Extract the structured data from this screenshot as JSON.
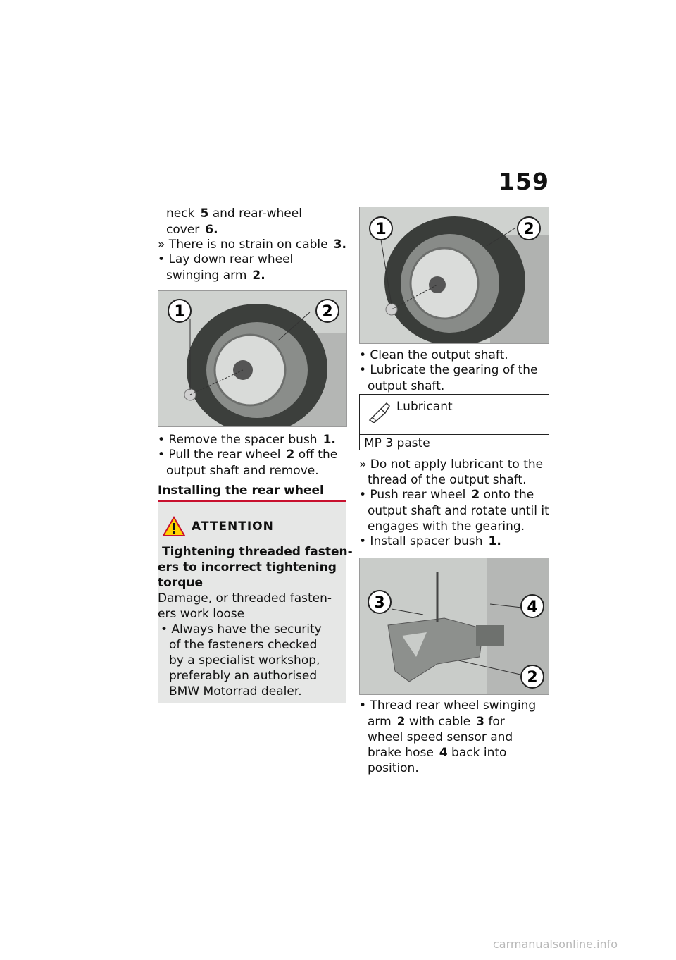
{
  "page_number": "159",
  "left": {
    "l1_text": "neck",
    "l1_ref": "5",
    "l1_tail": "and rear-wheel",
    "l2_text": "cover",
    "l2_ref": "6.",
    "l3_text": "» There is no strain on cable",
    "l3_ref": "3.",
    "l4_text": "• Lay down rear wheel",
    "l5_text": "swinging arm",
    "l5_ref": "2.",
    "fig_labels": [
      "1",
      "2"
    ],
    "l6_text": "• Remove the spacer bush",
    "l6_ref": "1.",
    "l7_text": "• Pull the rear wheel",
    "l7_ref": "2",
    "l7_tail": "off the",
    "l8_text": "output shaft and remove.",
    "heading": "Installing the rear wheel",
    "warning": {
      "title": "ATTENTION",
      "hazard_1": "Tightening threaded fasten-",
      "hazard_2": "ers to incorrect tightening",
      "hazard_3": "torque",
      "effect_1": "Damage, or threaded fasten-",
      "effect_2": "ers work loose",
      "action_1": "• Always have the security",
      "action_2": "of the fasteners checked",
      "action_3": "by a specialist workshop,",
      "action_4": "preferably an authorised",
      "action_5": "BMW Motorrad dealer."
    }
  },
  "right": {
    "fig1_labels": [
      "1",
      "2"
    ],
    "r1_text": "• Clean the output shaft.",
    "r2_text": "• Lubricate the gearing of the",
    "r3_text": "output shaft.",
    "lubricant_title": "Lubricant",
    "lubricant_value": "MP 3 paste",
    "r4_text": "» Do not apply lubricant to the",
    "r5_text": "thread of the output shaft.",
    "r6_text": "• Push rear wheel",
    "r6_ref": "2",
    "r6_tail": "onto the",
    "r7_text": "output shaft and rotate until it",
    "r8_text": "engages with the gearing.",
    "r9_text": "• Install spacer bush",
    "r9_ref": "1.",
    "fig2_labels": [
      "3",
      "4",
      "2"
    ],
    "r10_text": "• Thread rear wheel swinging",
    "r11_text": "arm",
    "r11_ref": "2",
    "r11_mid": "with cable",
    "r11_ref2": "3",
    "r11_tail": "for",
    "r12_text": "wheel speed sensor and",
    "r13_text": "brake hose",
    "r13_ref": "4",
    "r13_tail": "back into",
    "r14_text": "position."
  },
  "footer": "carmanualsonline.info"
}
